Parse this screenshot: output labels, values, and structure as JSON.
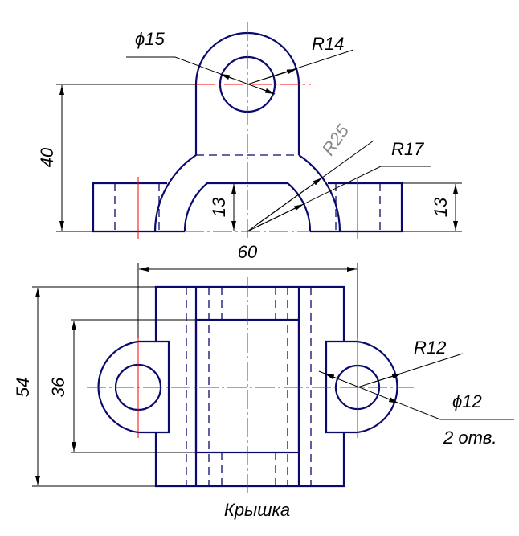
{
  "title": "Крышка",
  "colors": {
    "outline": "#0a0a6e",
    "centerline": "#ff0000",
    "dimension": "#000000"
  },
  "front_view": {
    "dims": {
      "hole_diameter": "ϕ15",
      "lug_radius": "R14",
      "outer_radius": "R25",
      "inner_radius": "R17",
      "height": "40",
      "inner_height": "13",
      "flange_height": "13",
      "hole_spacing": "60"
    }
  },
  "top_view": {
    "dims": {
      "overall_depth": "54",
      "inner_depth": "36",
      "lug_radius": "R12",
      "hole_diameter": "ϕ12",
      "hole_count": "2 отв."
    }
  }
}
